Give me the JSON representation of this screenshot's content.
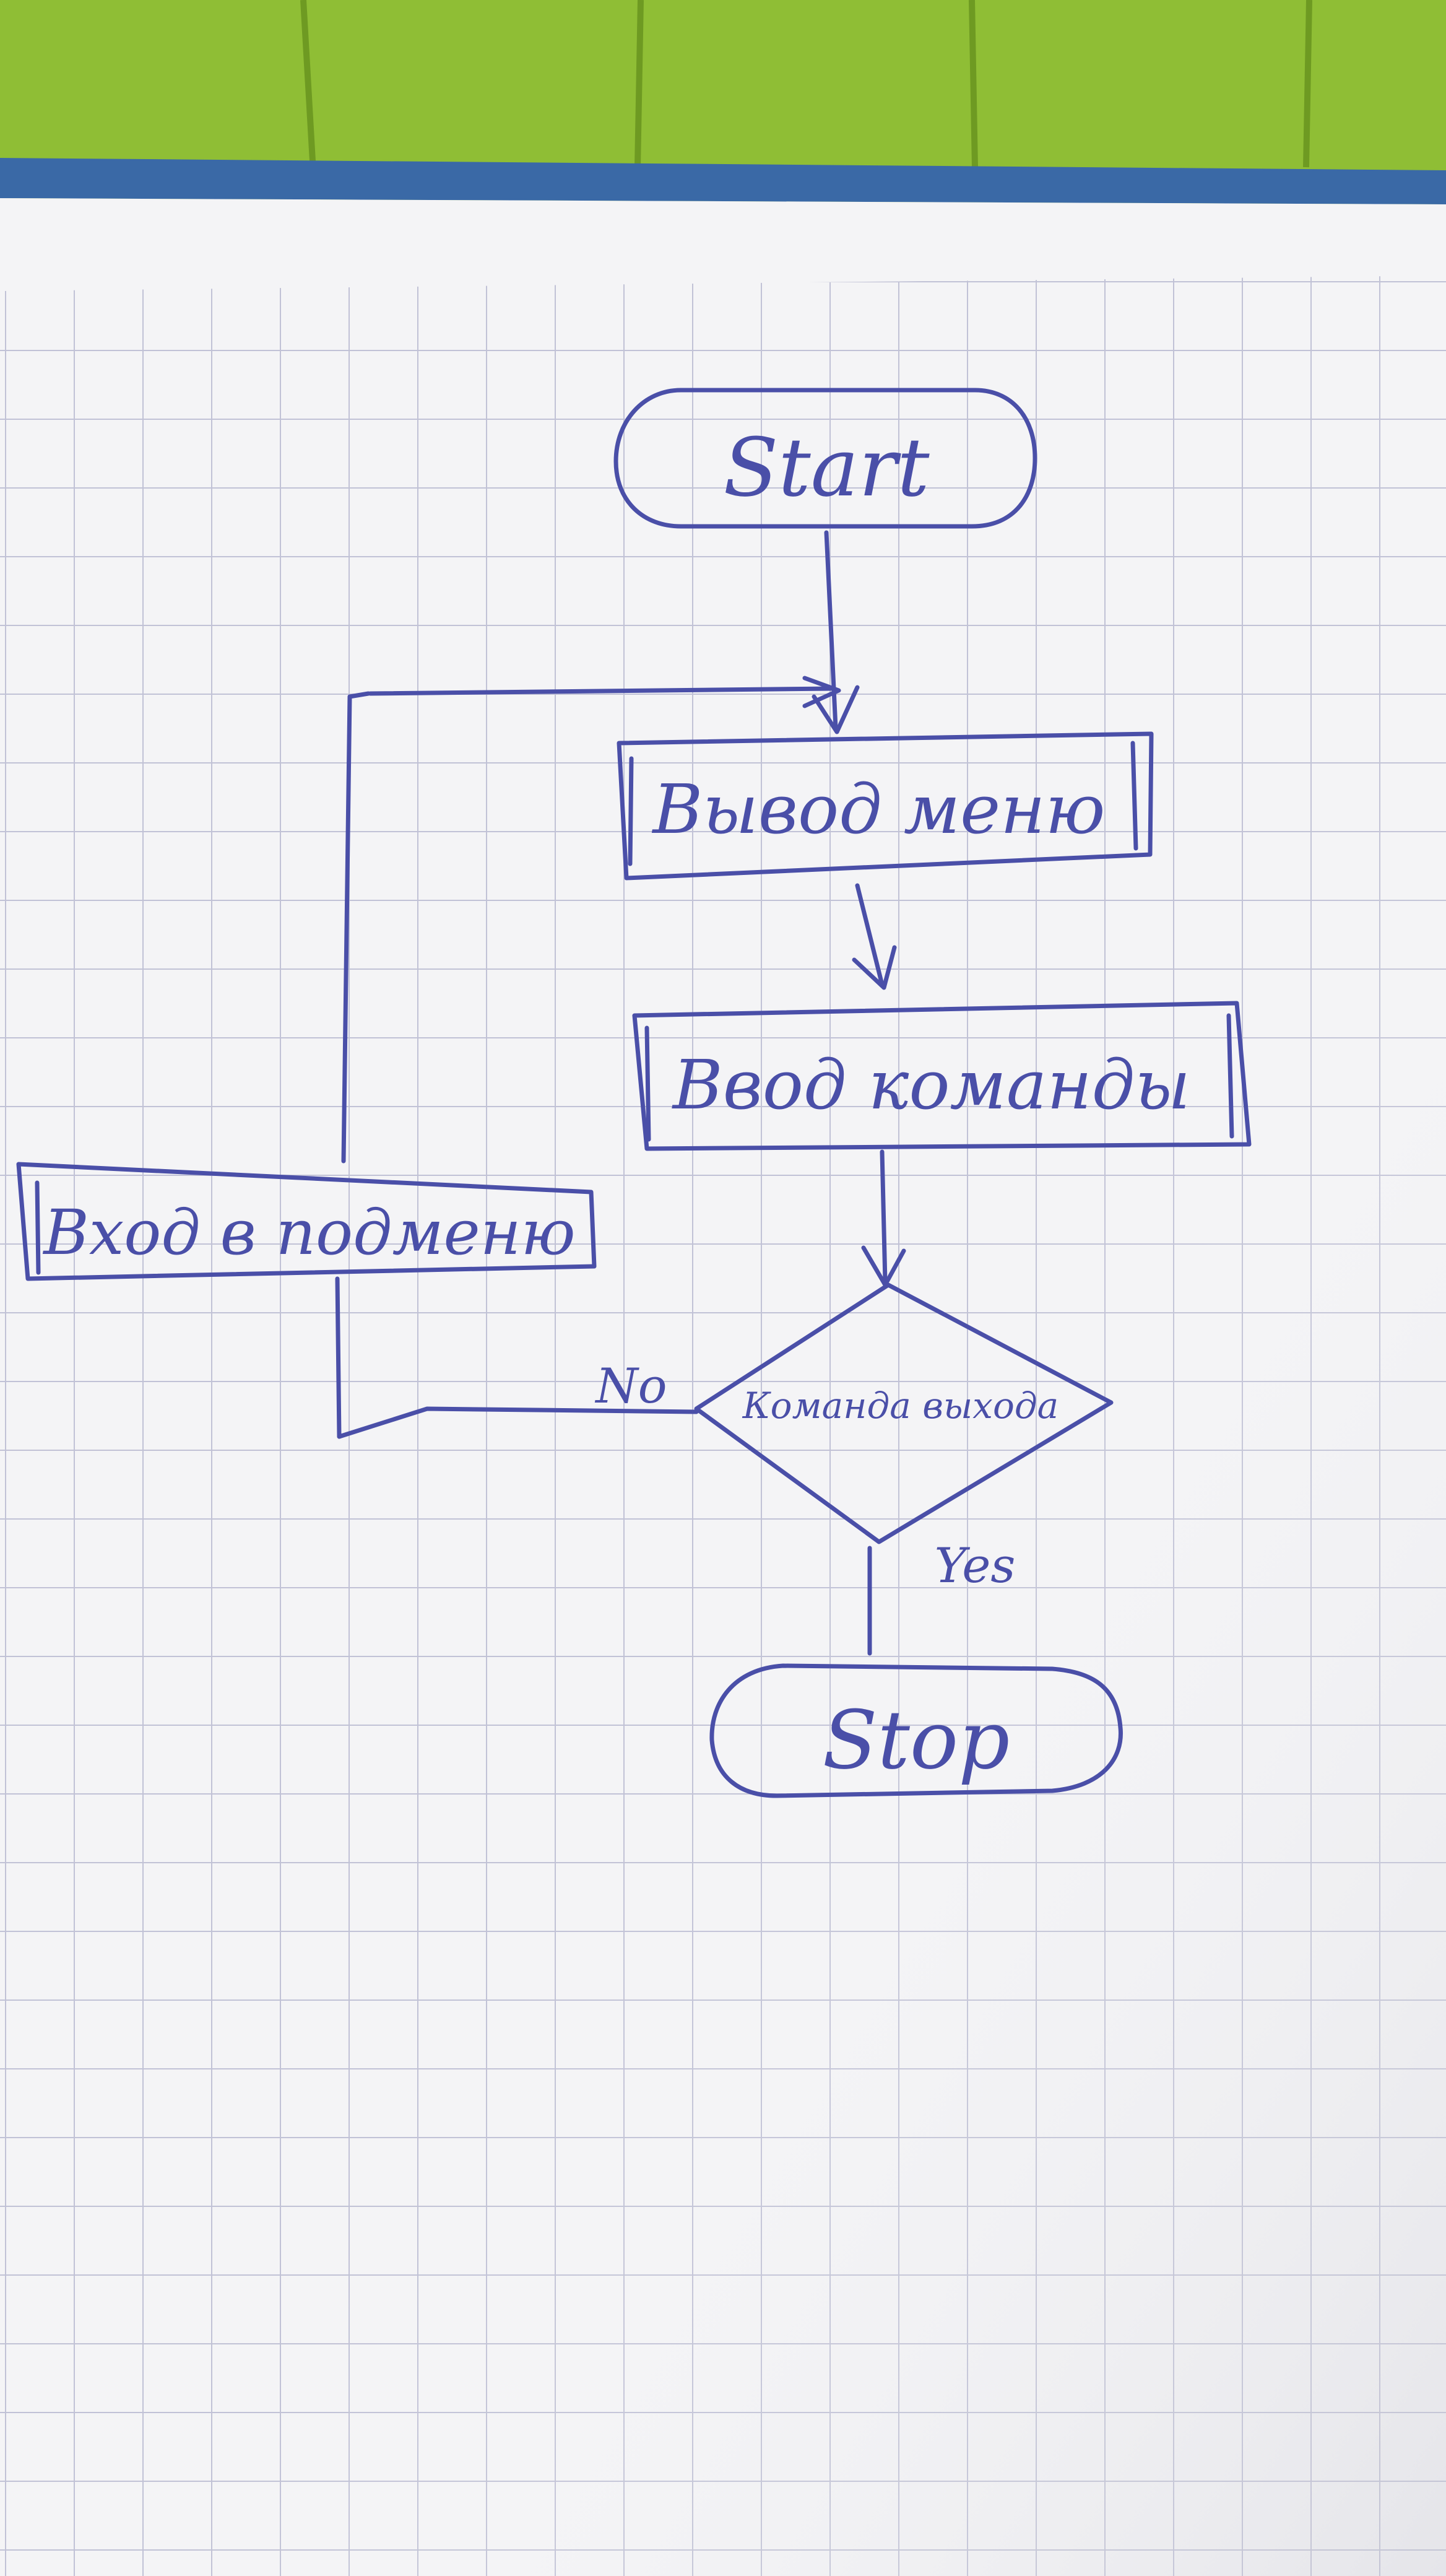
{
  "flowchart": {
    "start_label": "Start",
    "step_output_menu": "Вывод меню",
    "step_input_command": "Ввод команды",
    "decision_exit_command": "Команда выхода",
    "step_enter_submenu": "Вход в подменю",
    "branch_no": "No",
    "branch_yes": "Yes",
    "stop_label": "Stop"
  },
  "colors": {
    "ink": "#4a4fa8",
    "paper": "#f4f4f6",
    "grid": "#b7b8cf",
    "table_green": "#8fbe35",
    "binder_blue": "#3a69a6"
  }
}
